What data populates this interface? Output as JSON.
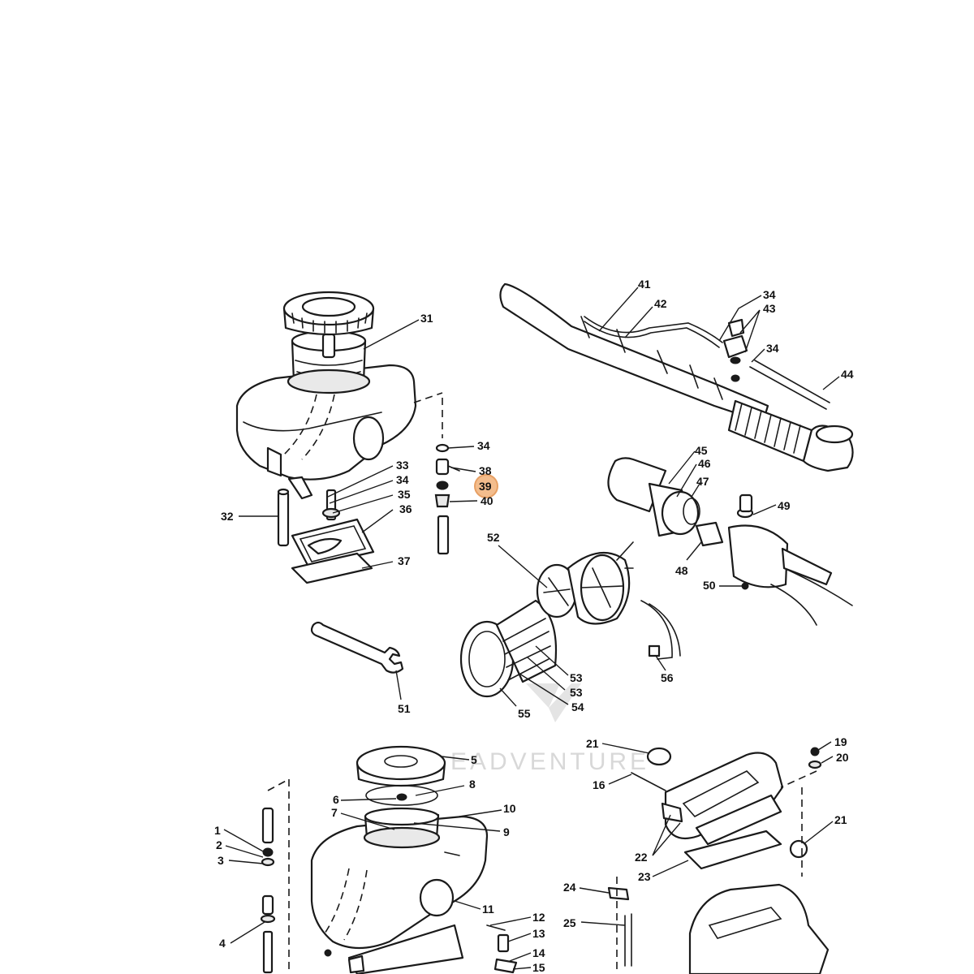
{
  "diagram": {
    "watermark_text": "EADVENTURE",
    "highlighted_callout": "39",
    "callouts": [
      {
        "id": "c31",
        "label": "31"
      },
      {
        "id": "c32",
        "label": "32"
      },
      {
        "id": "c33",
        "label": "33"
      },
      {
        "id": "c34a",
        "label": "34"
      },
      {
        "id": "c35",
        "label": "35"
      },
      {
        "id": "c36",
        "label": "36"
      },
      {
        "id": "c37",
        "label": "37"
      },
      {
        "id": "c34b",
        "label": "34"
      },
      {
        "id": "c38",
        "label": "38"
      },
      {
        "id": "c39",
        "label": "39"
      },
      {
        "id": "c40",
        "label": "40"
      },
      {
        "id": "c41",
        "label": "41"
      },
      {
        "id": "c42",
        "label": "42"
      },
      {
        "id": "c34c",
        "label": "34"
      },
      {
        "id": "c43",
        "label": "43"
      },
      {
        "id": "c34d",
        "label": "34"
      },
      {
        "id": "c44",
        "label": "44"
      },
      {
        "id": "c45",
        "label": "45"
      },
      {
        "id": "c46",
        "label": "46"
      },
      {
        "id": "c47",
        "label": "47"
      },
      {
        "id": "c49",
        "label": "49"
      },
      {
        "id": "c48",
        "label": "48"
      },
      {
        "id": "c50",
        "label": "50"
      },
      {
        "id": "c52",
        "label": "52"
      },
      {
        "id": "c53a",
        "label": "53"
      },
      {
        "id": "c53b",
        "label": "53"
      },
      {
        "id": "c54",
        "label": "54"
      },
      {
        "id": "c55",
        "label": "55"
      },
      {
        "id": "c56",
        "label": "56"
      },
      {
        "id": "c51",
        "label": "51"
      },
      {
        "id": "c5",
        "label": "5"
      },
      {
        "id": "c6",
        "label": "6"
      },
      {
        "id": "c8",
        "label": "8"
      },
      {
        "id": "c7",
        "label": "7"
      },
      {
        "id": "c10",
        "label": "10"
      },
      {
        "id": "c9",
        "label": "9"
      },
      {
        "id": "c1",
        "label": "1"
      },
      {
        "id": "c2",
        "label": "2"
      },
      {
        "id": "c3",
        "label": "3"
      },
      {
        "id": "c4",
        "label": "4"
      },
      {
        "id": "c11",
        "label": "11"
      },
      {
        "id": "c12",
        "label": "12"
      },
      {
        "id": "c13",
        "label": "13"
      },
      {
        "id": "c14",
        "label": "14"
      },
      {
        "id": "c15",
        "label": "15"
      },
      {
        "id": "c21a",
        "label": "21"
      },
      {
        "id": "c16",
        "label": "16"
      },
      {
        "id": "c19",
        "label": "19"
      },
      {
        "id": "c20",
        "label": "20"
      },
      {
        "id": "c21b",
        "label": "21"
      },
      {
        "id": "c22",
        "label": "22"
      },
      {
        "id": "c23",
        "label": "23"
      },
      {
        "id": "c24",
        "label": "24"
      },
      {
        "id": "c25",
        "label": "25"
      }
    ]
  }
}
